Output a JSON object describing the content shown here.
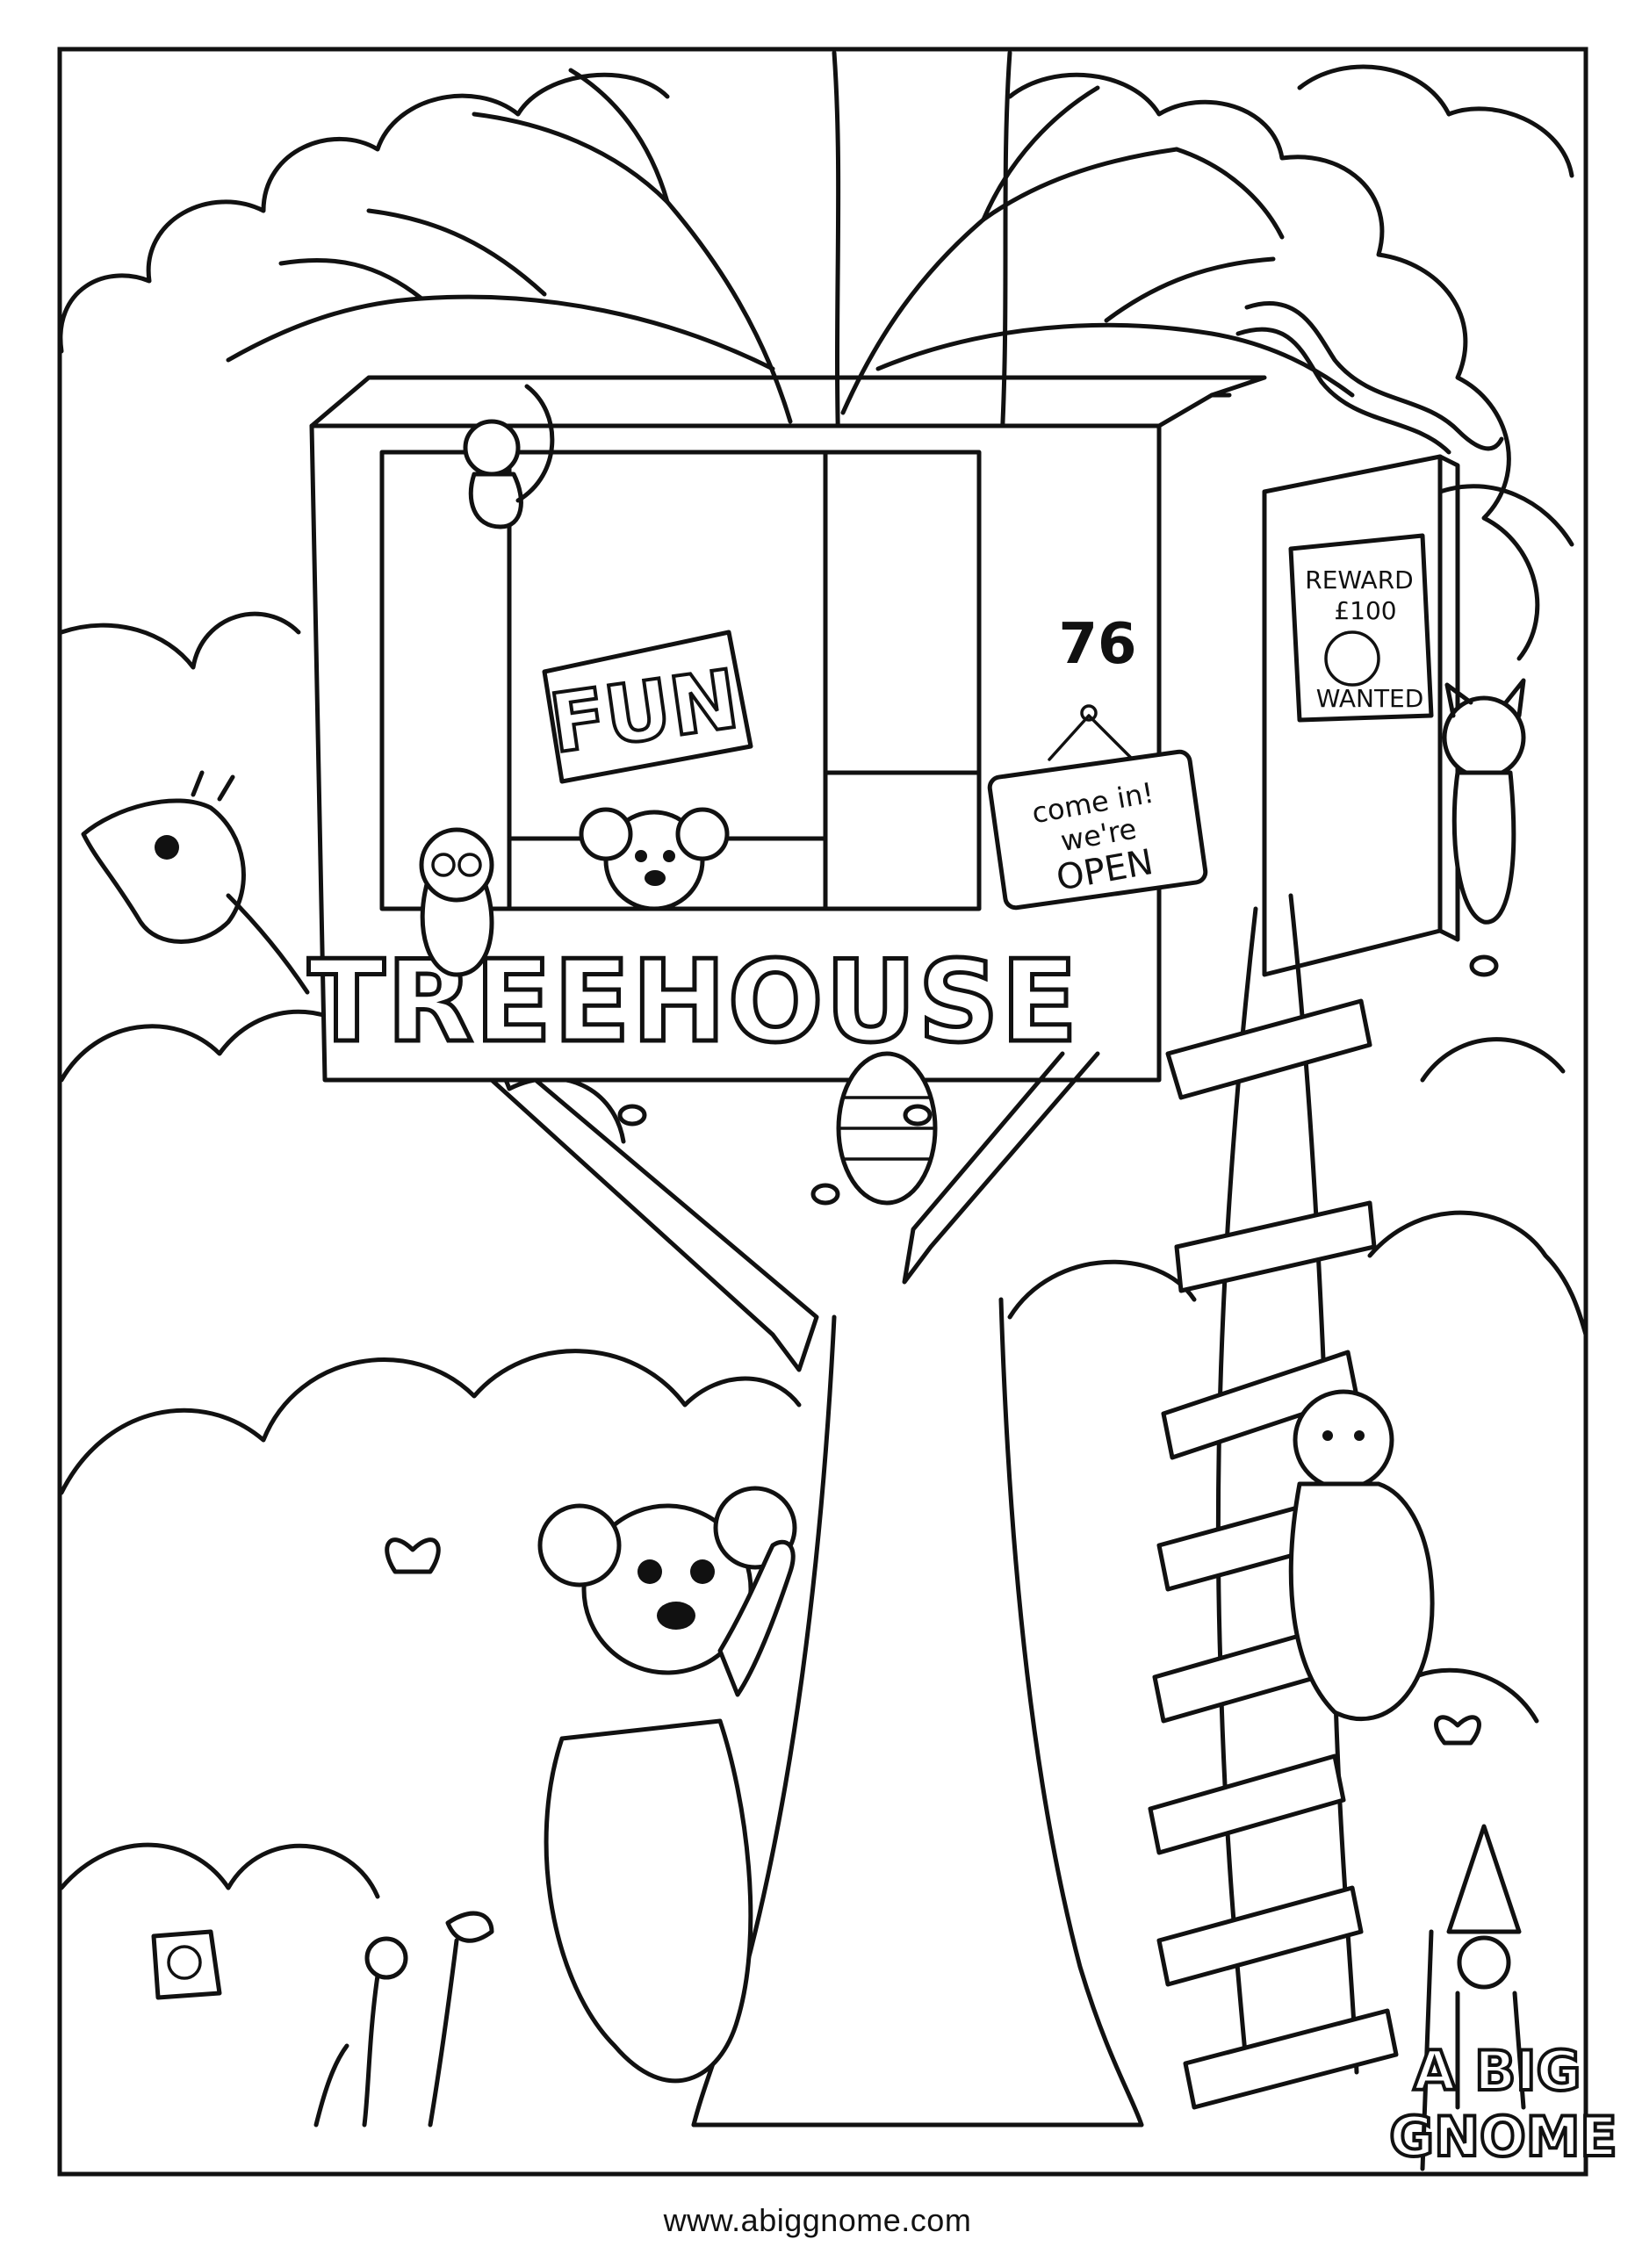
{
  "title": "Treehouse colouring page",
  "colors": {
    "ink": "#111111",
    "paper": "#ffffff"
  },
  "signs": {
    "fun": "FUN",
    "house_number": "76",
    "treehouse": "TREEHOUSE",
    "open_line1": "come in!",
    "open_line2": "we're",
    "open_line3": "OPEN",
    "poster_line1": "REWARD",
    "poster_line2": "£100",
    "poster_line3": "WANTED"
  },
  "logo": {
    "line1": "A BIG",
    "line2": "GNOME"
  },
  "footer": {
    "url": "www.abiggnome.com"
  }
}
